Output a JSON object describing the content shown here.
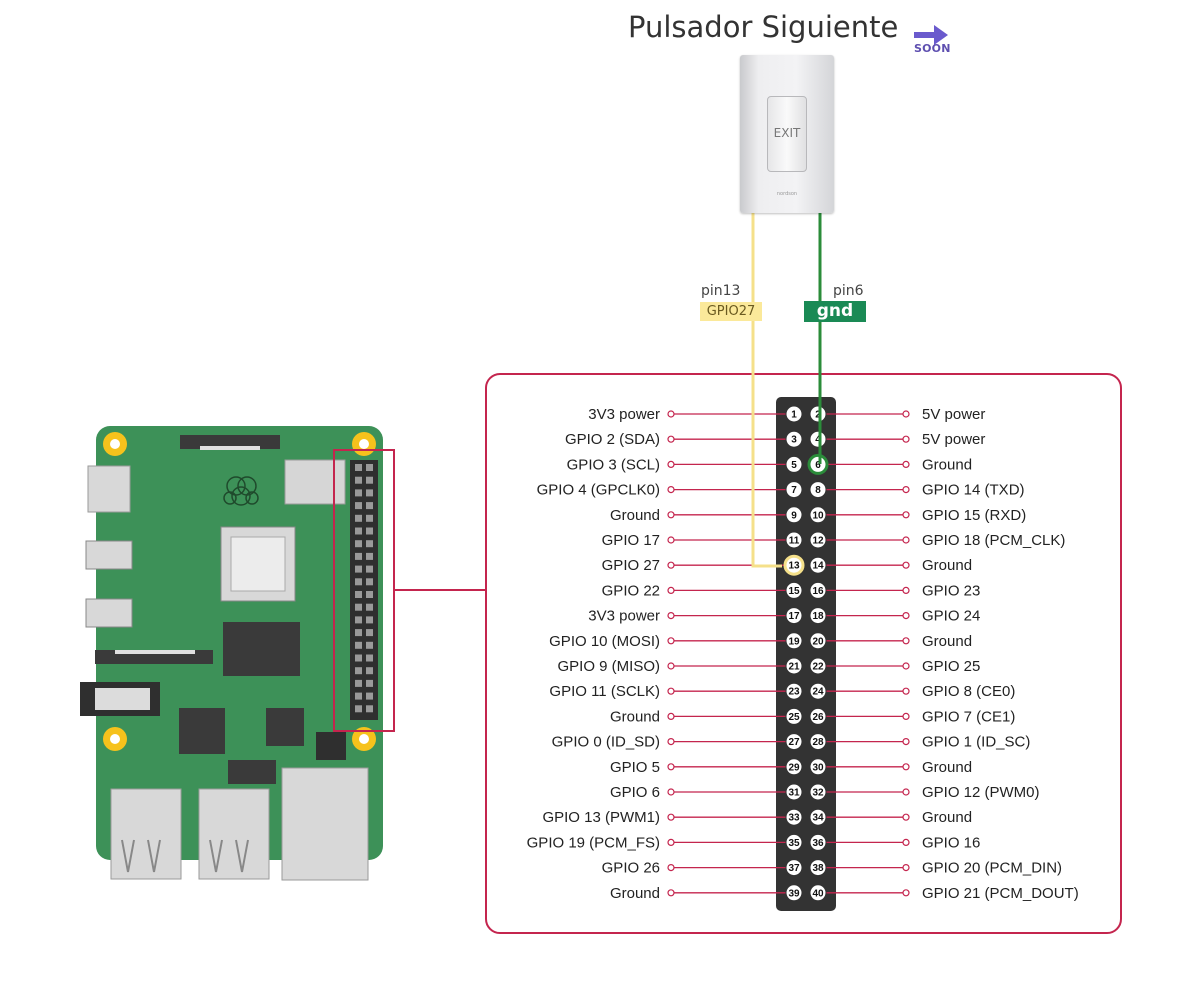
{
  "title": "Pulsador Siguiente",
  "soon_badge": "SOON",
  "button": {
    "label": "EXIT",
    "brand": "nordson"
  },
  "wires": {
    "signal": {
      "pin_label": "pin13",
      "tag": "GPIO27",
      "color": "#f5e08a"
    },
    "ground": {
      "pin_label": "pin6",
      "tag": "gnd",
      "color": "#2b8c3a"
    }
  },
  "colors": {
    "board": "#3d9158",
    "frame": "#c4254e",
    "header": "#333333",
    "accent": "#6a5acd"
  },
  "pins_left": [
    {
      "num": 1,
      "label": "3V3 power"
    },
    {
      "num": 3,
      "label": "GPIO 2 (SDA)"
    },
    {
      "num": 5,
      "label": "GPIO 3 (SCL)"
    },
    {
      "num": 7,
      "label": "GPIO 4 (GPCLK0)"
    },
    {
      "num": 9,
      "label": "Ground"
    },
    {
      "num": 11,
      "label": "GPIO 17"
    },
    {
      "num": 13,
      "label": "GPIO 27"
    },
    {
      "num": 15,
      "label": "GPIO 22"
    },
    {
      "num": 17,
      "label": "3V3 power"
    },
    {
      "num": 19,
      "label": "GPIO 10 (MOSI)"
    },
    {
      "num": 21,
      "label": "GPIO 9 (MISO)"
    },
    {
      "num": 23,
      "label": "GPIO 11 (SCLK)"
    },
    {
      "num": 25,
      "label": "Ground"
    },
    {
      "num": 27,
      "label": "GPIO 0 (ID_SD)"
    },
    {
      "num": 29,
      "label": "GPIO 5"
    },
    {
      "num": 31,
      "label": "GPIO 6"
    },
    {
      "num": 33,
      "label": "GPIO 13 (PWM1)"
    },
    {
      "num": 35,
      "label": "GPIO 19 (PCM_FS)"
    },
    {
      "num": 37,
      "label": "GPIO 26"
    },
    {
      "num": 39,
      "label": "Ground"
    }
  ],
  "pins_right": [
    {
      "num": 2,
      "label": "5V power"
    },
    {
      "num": 4,
      "label": "5V power"
    },
    {
      "num": 6,
      "label": "Ground"
    },
    {
      "num": 8,
      "label": "GPIO 14 (TXD)"
    },
    {
      "num": 10,
      "label": "GPIO 15 (RXD)"
    },
    {
      "num": 12,
      "label": "GPIO 18 (PCM_CLK)"
    },
    {
      "num": 14,
      "label": "Ground"
    },
    {
      "num": 16,
      "label": "GPIO 23"
    },
    {
      "num": 18,
      "label": "GPIO 24"
    },
    {
      "num": 20,
      "label": "Ground"
    },
    {
      "num": 22,
      "label": "GPIO 25"
    },
    {
      "num": 24,
      "label": "GPIO 8 (CE0)"
    },
    {
      "num": 26,
      "label": "GPIO 7 (CE1)"
    },
    {
      "num": 28,
      "label": "GPIO 1 (ID_SC)"
    },
    {
      "num": 30,
      "label": "Ground"
    },
    {
      "num": 32,
      "label": "GPIO 12 (PWM0)"
    },
    {
      "num": 34,
      "label": "Ground"
    },
    {
      "num": 36,
      "label": "GPIO 16"
    },
    {
      "num": 38,
      "label": "GPIO 20 (PCM_DIN)"
    },
    {
      "num": 40,
      "label": "GPIO 21 (PCM_DOUT)"
    }
  ],
  "highlighted_pins": [
    13,
    6
  ]
}
